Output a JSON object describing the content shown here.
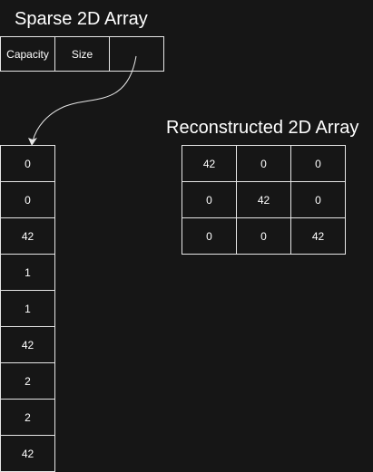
{
  "titles": {
    "sparse": "Sparse 2D Array",
    "reconstructed": "Reconstructed 2D Array"
  },
  "struct_fields": [
    "Capacity",
    "Size",
    ""
  ],
  "values": [
    "0",
    "0",
    "42",
    "1",
    "1",
    "42",
    "2",
    "2",
    "42"
  ],
  "grid": [
    [
      "42",
      "0",
      "0"
    ],
    [
      "0",
      "42",
      "0"
    ],
    [
      "0",
      "0",
      "42"
    ]
  ],
  "colors": {
    "background": "#161616",
    "stroke": "#e6e6e6",
    "text": "#ffffff"
  }
}
